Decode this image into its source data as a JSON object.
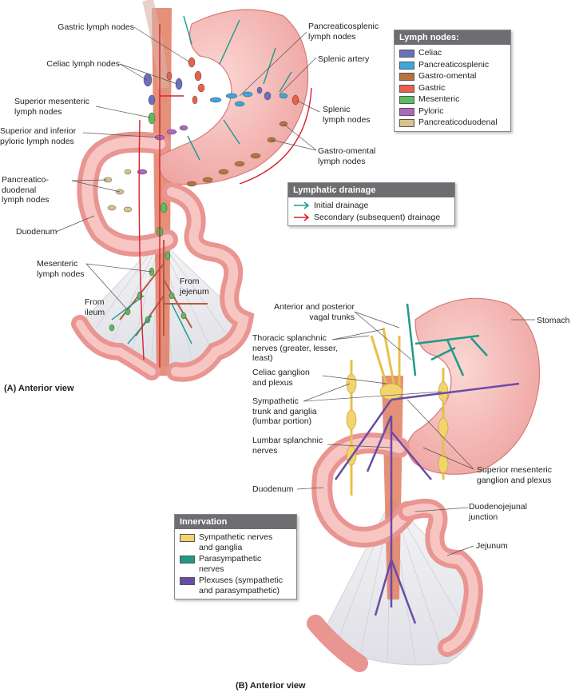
{
  "labels_a": {
    "gastric": "Gastric lymph nodes",
    "celiac": "Celiac lymph nodes",
    "superior_mesenteric": "Superior mesenteric\nlymph nodes",
    "pyloric": "Superior and inferior\npyloric lymph nodes",
    "pancreaticoduodenal": "Pancreatico-\nduodenal\nlymph nodes",
    "duodenum": "Duodenum",
    "mesenteric": "Mesenteric\nlymph nodes",
    "from_ileum": "From\nileum",
    "from_jejunum": "From\njejenum",
    "pancreaticosplenic": "Pancreaticosplenic\nlymph nodes",
    "splenic_artery": "Splenic artery",
    "splenic_nodes": "Splenic\nlymph nodes",
    "gastro_omental": "Gastro-omental\nlymph nodes",
    "caption": "(A)  Anterior view"
  },
  "legend_lymph": {
    "title": "Lymph nodes:",
    "items": [
      {
        "label": "Celiac",
        "color": "#6c6fbd"
      },
      {
        "label": "Pancreaticosplenic",
        "color": "#3aa7df"
      },
      {
        "label": "Gastro-omental",
        "color": "#b8743a"
      },
      {
        "label": "Gastric",
        "color": "#e8604c"
      },
      {
        "label": "Mesenteric",
        "color": "#5bbd5d"
      },
      {
        "label": "Pyloric",
        "color": "#b066c0"
      },
      {
        "label": "Pancreaticoduodenal",
        "color": "#d8c48a"
      }
    ]
  },
  "legend_drainage": {
    "title": "Lymphatic drainage",
    "items": [
      {
        "label": "Initial drainage",
        "color": "#1a9c8c"
      },
      {
        "label": "Secondary (subsequent) drainage",
        "color": "#d9202e"
      }
    ]
  },
  "labels_b": {
    "vagal": "Anterior and posterior\nvagal trunks",
    "stomach": "Stomach",
    "thoracic": "Thoracic splanchnic\nnerves (greater, lesser,\nleast)",
    "celiac_ganglion": "Celiac ganglion\nand plexus",
    "sympathetic_trunk": "Sympathetic\ntrunk and ganglia\n(lumbar portion)",
    "lumbar": "Lumbar splanchnic\nnerves",
    "sup_mes_ganglion": "Superior mesenteric\nganglion and plexus",
    "duodenum": "Duodenum",
    "duodenojejunal": "Duodenojejunal\njunction",
    "jejunum": "Jejunum",
    "caption": "(B)  Anterior view"
  },
  "legend_innervation": {
    "title": "Innervation",
    "items": [
      {
        "label": "Sympathetic nerves\nand ganglia",
        "color": "#f3d36b"
      },
      {
        "label": "Parasympathetic\nnerves",
        "color": "#1f9a86"
      },
      {
        "label": "Plexuses (sympathetic\nand parasympathetic)",
        "color": "#6a4ba6"
      }
    ]
  }
}
